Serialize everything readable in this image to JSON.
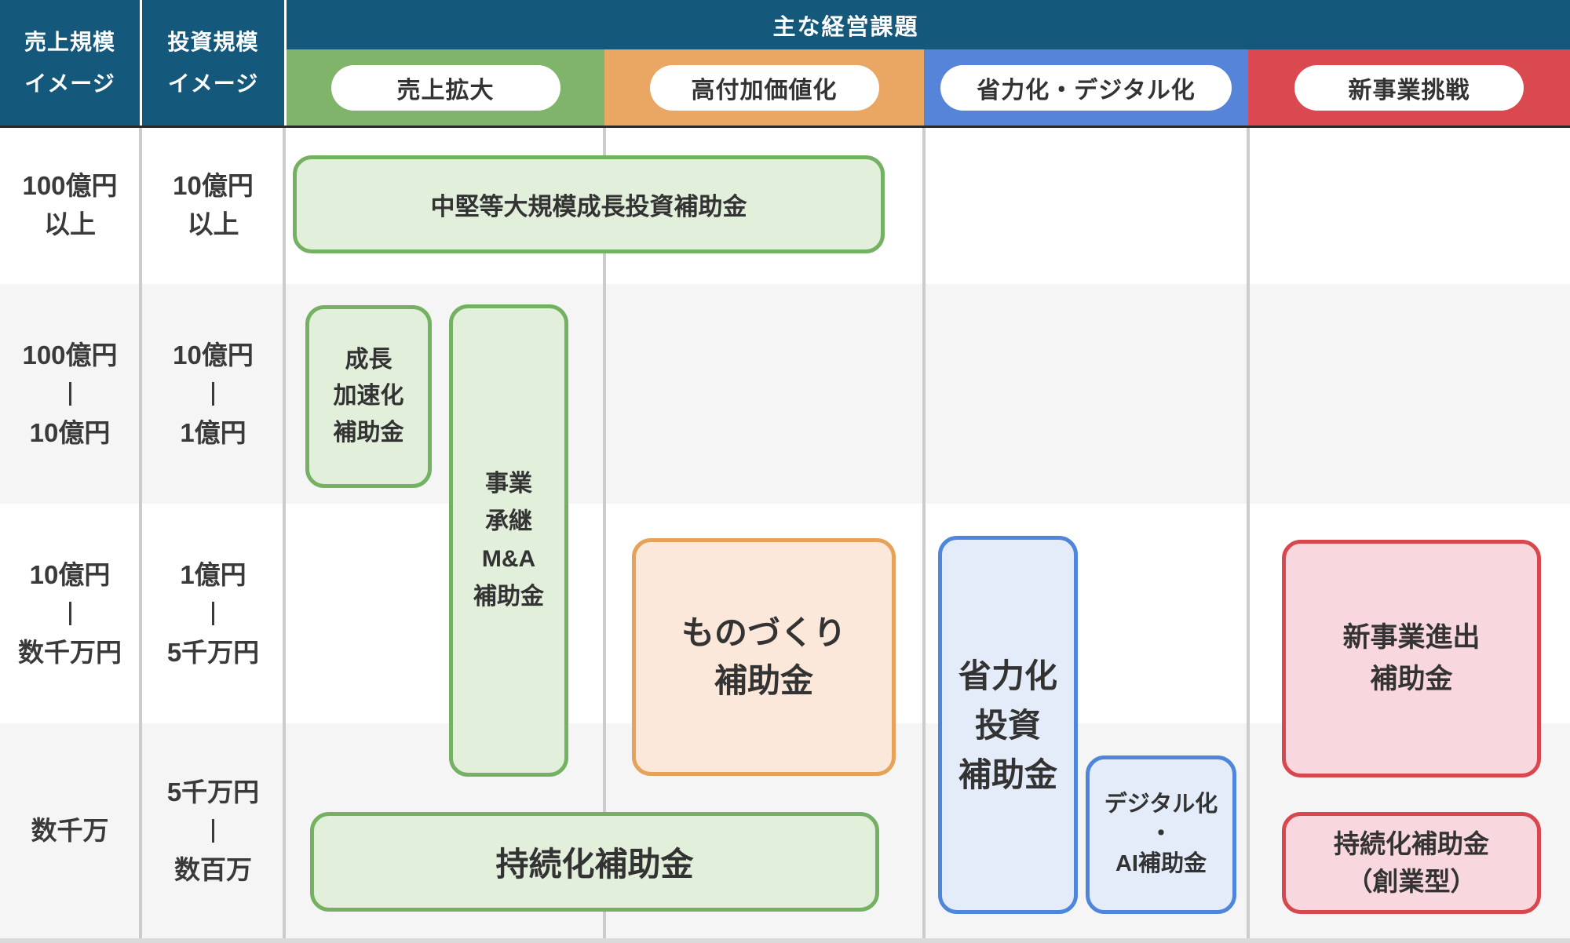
{
  "banner": {
    "title": "主な経営課題"
  },
  "axes": {
    "sales_header": [
      "売上規模",
      "イメージ"
    ],
    "investment_header": [
      "投資規模",
      "イメージ"
    ]
  },
  "columns": [
    {
      "label": "売上拡大",
      "color": "#7fb46a"
    },
    {
      "label": "高付加価値化",
      "color": "#eaa763"
    },
    {
      "label": "省力化・デジタル化",
      "color": "#5584d9"
    },
    {
      "label": "新事業挑戦",
      "color": "#d9494f"
    }
  ],
  "rows": [
    {
      "sales": [
        "100億円",
        "以上"
      ],
      "investment": [
        "10億円",
        "以上"
      ]
    },
    {
      "sales": [
        "100億円",
        "10億円"
      ],
      "investment": [
        "10億円",
        "1億円"
      ]
    },
    {
      "sales": [
        "10億円",
        "数千万円"
      ],
      "investment": [
        "1億円",
        "5千万円"
      ]
    },
    {
      "sales": [
        "数千万"
      ],
      "investment": [
        "5千万円",
        "数百万"
      ]
    }
  ],
  "boxes": {
    "chuken": {
      "label": "中堅等大規模成長投資補助金",
      "category": "売上拡大",
      "fill": "#e1efdb",
      "border": "#74b163"
    },
    "seicho": {
      "lines": [
        "成長",
        "加速化",
        "補助金"
      ],
      "category": "売上拡大",
      "fill": "#e1efdb",
      "border": "#74b163"
    },
    "shokei": {
      "lines": [
        "事業",
        "承継",
        "M&A",
        "補助金"
      ],
      "category": "売上拡大",
      "fill": "#e1efdb",
      "border": "#74b163"
    },
    "monozukuri": {
      "lines": [
        "ものづくり",
        "補助金"
      ],
      "category": "高付加価値化",
      "fill": "#fce8da",
      "border": "#e5a258"
    },
    "shoryokuka": {
      "lines": [
        "省力化",
        "投資",
        "補助金"
      ],
      "category": "省力化・デジタル化",
      "fill": "#e4ecfa",
      "border": "#4d86da"
    },
    "digital_ai": {
      "lines": [
        "デジタル化",
        "・",
        "AI補助金"
      ],
      "category": "省力化・デジタル化",
      "fill": "#e4ecfa",
      "border": "#4d86da"
    },
    "shinjigyo": {
      "lines": [
        "新事業進出",
        "補助金"
      ],
      "category": "新事業挑戦",
      "fill": "#f8d8de",
      "border": "#d8474e"
    },
    "jizokuka": {
      "label": "持続化補助金",
      "category": "売上拡大",
      "fill": "#e1efdb",
      "border": "#74b163"
    },
    "jizokuka_sogyo": {
      "lines": [
        "持続化補助金",
        "（創業型）"
      ],
      "category": "新事業挑戦",
      "fill": "#f8d8de",
      "border": "#d8474e"
    }
  },
  "palette": {
    "header_teal": "#14587b",
    "header_underline": "#2a2a2a",
    "row_stripe": "#f5f5f6",
    "column_divider": "#cccccc",
    "pill_bg": "#ffffff",
    "text_dark": "#333333"
  }
}
